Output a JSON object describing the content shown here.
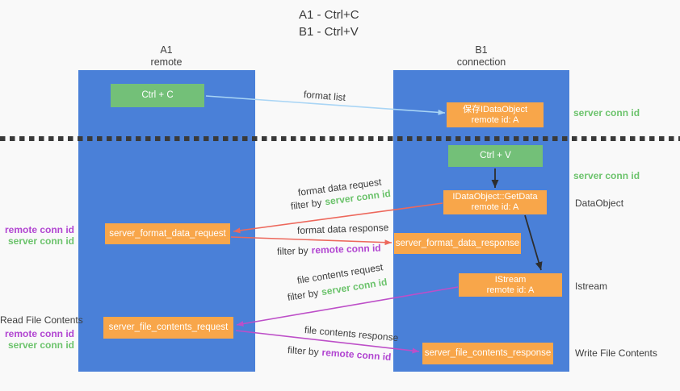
{
  "title": {
    "line1": "A1 - Ctrl+C",
    "line2": "B1 - Ctrl+V"
  },
  "lanes": {
    "left": {
      "id": "A1",
      "subtitle": "remote"
    },
    "right": {
      "id": "B1",
      "subtitle": "connection"
    }
  },
  "nodes": {
    "ctrl_c": {
      "label": "Ctrl + C"
    },
    "ctrl_v": {
      "label": "Ctrl + V"
    },
    "save_dataobject": {
      "line1": "保存IDataObject",
      "line2": "remote id: A"
    },
    "getdata": {
      "line1": "IDataObject::GetData",
      "line2": "remote id: A"
    },
    "istream": {
      "line1": "IStream",
      "line2": "remote id: A"
    },
    "server_format_data_request": {
      "label": "server_format_data_request"
    },
    "server_format_data_response": {
      "label": "server_format_data_response"
    },
    "server_file_contents_request": {
      "label": "server_file_contents_request"
    },
    "server_file_contents_response": {
      "label": "server_file_contents_response"
    }
  },
  "side_labels": {
    "server_conn_id_top": "server conn id",
    "server_conn_id_mid": "server conn id",
    "dataobject": "DataObject",
    "istream": "Istream",
    "write_file_contents": "Write File Contents",
    "read_file_contents": "Read File Contents",
    "remote_conn_id_1": "remote conn id",
    "server_conn_id_1": "server conn id",
    "remote_conn_id_2": "remote conn id",
    "server_conn_id_2": "server conn id"
  },
  "arrow_labels": {
    "format_list": "format list",
    "format_data_request": "format data request",
    "format_data_response": "format data response",
    "file_contents_request": "file contents request",
    "file_contents_response": "file contents response",
    "filter_by": "filter by",
    "server_conn_id": "server conn id",
    "remote_conn_id": "remote conn id"
  },
  "colors": {
    "lane_blue": "#4a80d8",
    "node_green": "#73c078",
    "node_orange": "#f8a64a",
    "server_conn_green": "#6cc36c",
    "remote_conn_purple": "#b145d1",
    "request_arrow_red": "#ed685c",
    "file_arrow_purple": "#bd4fc8",
    "format_list_arrow_blue": "#a9d5f5",
    "arrow_black": "#2d2d2d",
    "text_dark": "#3d3d3d",
    "background": "#f9f9f9"
  }
}
